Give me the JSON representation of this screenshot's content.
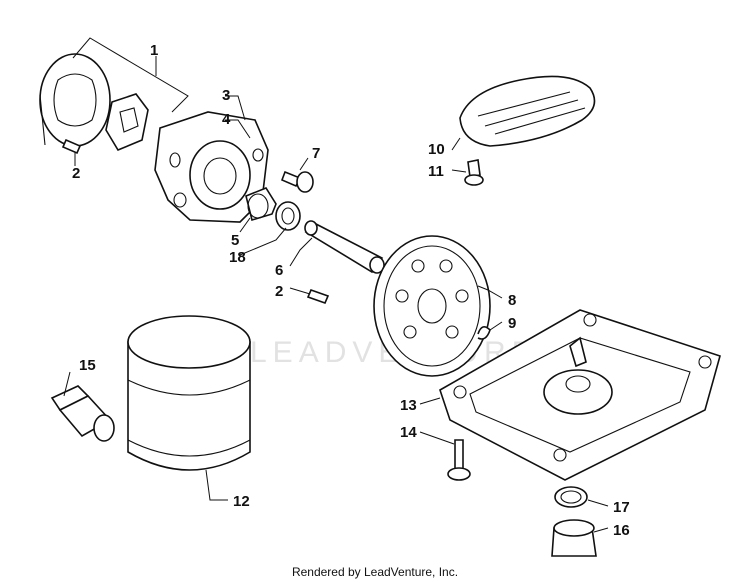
{
  "watermark": "LEADVENTURE",
  "credit": "Rendered by LeadVenture, Inc.",
  "callouts": [
    {
      "id": "c1",
      "text": "1"
    },
    {
      "id": "c2a",
      "text": "2"
    },
    {
      "id": "c3",
      "text": "3"
    },
    {
      "id": "c4",
      "text": "4"
    },
    {
      "id": "c7",
      "text": "7"
    },
    {
      "id": "c5",
      "text": "5"
    },
    {
      "id": "c18",
      "text": "18"
    },
    {
      "id": "c6",
      "text": "6"
    },
    {
      "id": "c2b",
      "text": "2"
    },
    {
      "id": "c10",
      "text": "10"
    },
    {
      "id": "c11",
      "text": "11"
    },
    {
      "id": "c8",
      "text": "8"
    },
    {
      "id": "c9",
      "text": "9"
    },
    {
      "id": "c15",
      "text": "15"
    },
    {
      "id": "c13",
      "text": "13"
    },
    {
      "id": "c14",
      "text": "14"
    },
    {
      "id": "c12",
      "text": "12"
    },
    {
      "id": "c17",
      "text": "17"
    },
    {
      "id": "c16",
      "text": "16"
    }
  ]
}
